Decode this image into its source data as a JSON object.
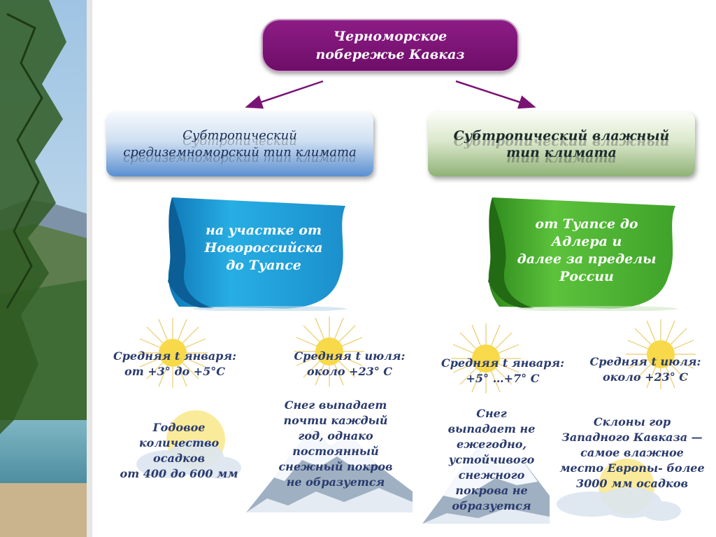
{
  "title": {
    "line1": "Черноморское",
    "line2": "побережье Кавказ"
  },
  "colors": {
    "title_box": "#7a1474",
    "arrow": "#7a1474",
    "scroll_blue": "#1ea3d8",
    "scroll_green": "#4fb233",
    "text_dark": "#2a3b6e"
  },
  "left": {
    "climate_line1": "Субтропический",
    "climate_line2": "средиземноморский тип климата",
    "region_line1": "на участке от",
    "region_line2": "Новороссийска",
    "region_line3": "до Туапсе",
    "jan_line1": "Средняя t января:",
    "jan_line2": "от +3° до +5°С",
    "jul_line1": "Средняя t июля:",
    "jul_line2": "около +23° С",
    "precip_line1": "Годовое",
    "precip_line2": "количество",
    "precip_line3": "осадков",
    "precip_line4": "от 400 до 600 мм",
    "snow_line1": "Снег выпадает",
    "snow_line2": "почти каждый",
    "snow_line3": "год, однако",
    "snow_line4": "постоянный",
    "snow_line5": "снежный покров",
    "snow_line6": "не образуется"
  },
  "right": {
    "climate_line1": "Субтропический влажный",
    "climate_line2": "тип климата",
    "region_line1": "от Туапсе до",
    "region_line2": "Адлера и",
    "region_line3": "далее за пределы",
    "region_line4": "России",
    "jan_line1": "Средняя t января:",
    "jan_line2": "+5° …+7° С",
    "jul_line1": "Средняя t июля:",
    "jul_line2": "около +23° С",
    "snow_line1": "Снег",
    "snow_line2": "выпадает не",
    "snow_line3": "ежегодно,",
    "snow_line4": "устойчивого",
    "snow_line5": "снежного",
    "snow_line6": "покрова не",
    "snow_line7": "образуется",
    "slopes_line1": "Склоны гор",
    "slopes_line2": "Западного Кавказа —",
    "slopes_line3": "самое влажное",
    "slopes_line4": "место Европы-  более",
    "slopes_line5": "3000 мм осадков"
  }
}
